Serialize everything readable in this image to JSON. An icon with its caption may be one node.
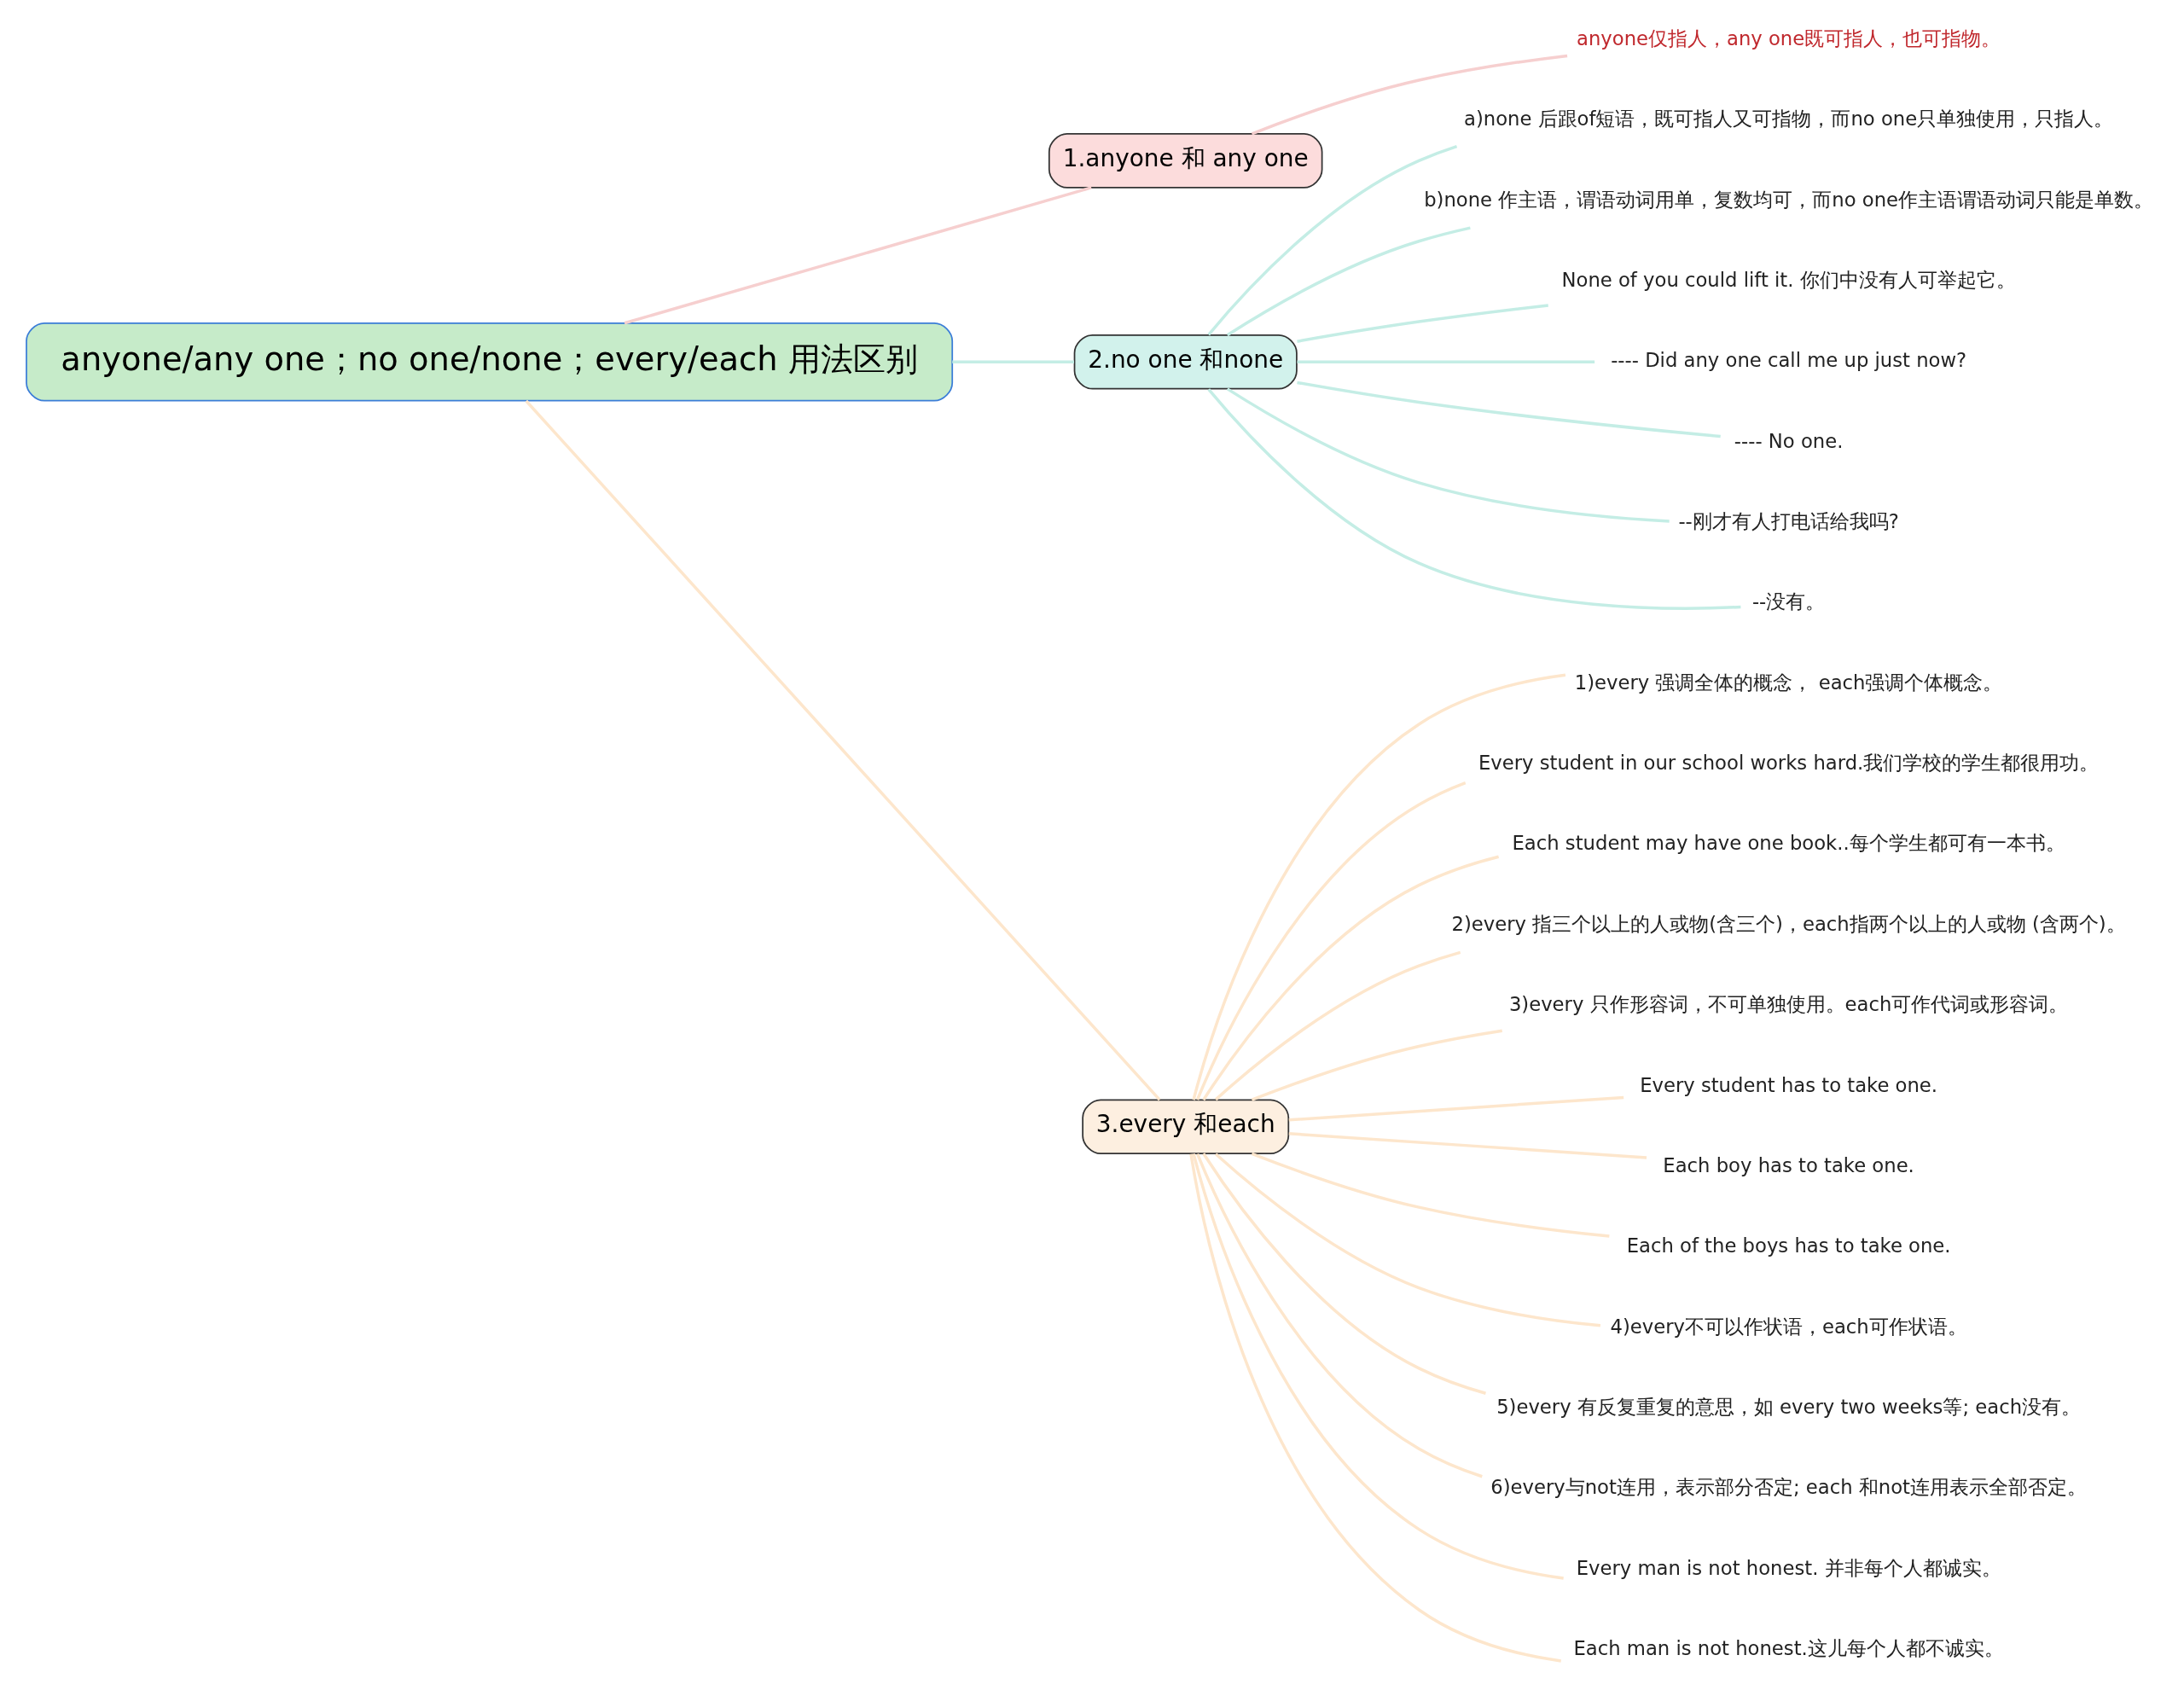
{
  "diagram": {
    "nodes": [
      {
        "text": [
          "anyone/any one；no one/none；every/each 用法区别"
        ]
      },
      {
        "text": [
          "1.anyone 和 any one"
        ]
      },
      {
        "text": [
          "anyone仅指人，any one既可指人，也可指物。"
        ]
      },
      {
        "text": [
          "2.no one 和none"
        ]
      },
      {
        "text": [
          "a)none 后跟of短语，既可指人又可指物，而no one只单独使用，只指人。"
        ]
      },
      {
        "text": [
          "b)none 作主语，谓语动词用单，复数均可，而no one作主语谓语动词只能是单数。"
        ]
      },
      {
        "text": [
          "None of you could lift it. 你们中没有人可举起它。"
        ]
      },
      {
        "text": [
          "---- Did any one call me up just now?"
        ]
      },
      {
        "text": [
          "---- No one."
        ]
      },
      {
        "text": [
          "--刚才有人打电话给我吗?"
        ]
      },
      {
        "text": [
          "--没有。"
        ]
      },
      {
        "text": [
          "3.every 和each"
        ]
      },
      {
        "text": [
          "1)every 强调全体的概念， each强调个体概念。"
        ]
      },
      {
        "text": [
          "Every student in our school works hard.我们学校的学生都很用功。"
        ]
      },
      {
        "text": [
          "Each student may have one book..每个学生都可有一本书。"
        ]
      },
      {
        "text": [
          "2)every 指三个以上的人或物(含三个)，each指两个以上的人或物 (含两个)。"
        ]
      },
      {
        "text": [
          "3)every 只作形容词，不可单独使用。each可作代词或形容词。"
        ]
      },
      {
        "text": [
          "Every student has to take one."
        ]
      },
      {
        "text": [
          "Each boy has to take one."
        ]
      },
      {
        "text": [
          "Each of the boys has to take one."
        ]
      },
      {
        "text": [
          "4)every不可以作状语，each可作状语。"
        ]
      },
      {
        "text": [
          "5)every 有反复重复的意思，如 every two weeks等; each没有。"
        ]
      },
      {
        "text": [
          "6)every与not连用，表示部分否定; each 和not连用表示全部否定。"
        ]
      },
      {
        "text": [
          "Every man is not honest. 并非每个人都诚实。"
        ]
      },
      {
        "text": [
          "Each man is not honest.这儿每个人都不诚实。"
        ]
      }
    ],
    "edges": [
      {
        "from": 0,
        "to": 1,
        "arrow": "none",
        "color": "#f6cfcf"
      },
      {
        "from": 1,
        "to": 2,
        "arrow": "none",
        "color": "#f6cfcf"
      },
      {
        "from": 0,
        "to": 3,
        "arrow": "none",
        "color": "#c4ede5"
      },
      {
        "from": 3,
        "to": 4,
        "arrow": "none",
        "color": "#c4ede5"
      },
      {
        "from": 3,
        "to": 5,
        "arrow": "none",
        "color": "#c4ede5"
      },
      {
        "from": 3,
        "to": 6,
        "arrow": "none",
        "color": "#c4ede5"
      },
      {
        "from": 3,
        "to": 7,
        "arrow": "none",
        "color": "#c4ede5"
      },
      {
        "from": 3,
        "to": 8,
        "arrow": "none",
        "color": "#c4ede5"
      },
      {
        "from": 3,
        "to": 9,
        "arrow": "none",
        "color": "#c4ede5"
      },
      {
        "from": 3,
        "to": 10,
        "arrow": "none",
        "color": "#c4ede5"
      },
      {
        "from": 0,
        "to": 11,
        "arrow": "none"
      },
      {
        "from": 11,
        "to": 12,
        "arrow": "none"
      },
      {
        "from": 11,
        "to": 13,
        "arrow": "none"
      },
      {
        "from": 11,
        "to": 14,
        "arrow": "none"
      },
      {
        "from": 11,
        "to": 15,
        "arrow": "none"
      },
      {
        "from": 11,
        "to": 16,
        "arrow": "none"
      },
      {
        "from": 11,
        "to": 17,
        "arrow": "none"
      },
      {
        "from": 11,
        "to": 18,
        "arrow": "none"
      },
      {
        "from": 11,
        "to": 19,
        "arrow": "none"
      },
      {
        "from": 11,
        "to": 20,
        "arrow": "none"
      },
      {
        "from": 11,
        "to": 21,
        "arrow": "none"
      },
      {
        "from": 11,
        "to": 22,
        "arrow": "none"
      },
      {
        "from": 11,
        "to": 23,
        "arrow": "none"
      },
      {
        "from": 11,
        "to": 24,
        "arrow": "none"
      }
    ]
  }
}
